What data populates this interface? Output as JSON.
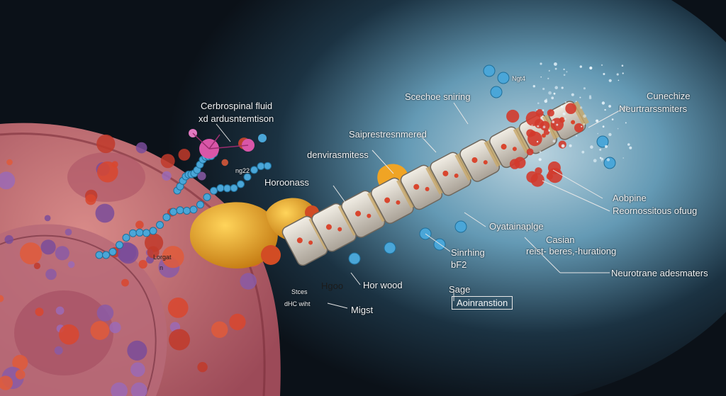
{
  "labels": {
    "csf_title": "Cerbrospinal fluid",
    "csf_sub": "xd ardusntemtison",
    "ng22": "ng22",
    "horoonass": "Horoonass",
    "denvirasmitess": "denvirasmitess",
    "saiprestresnmered": "Saiprestresnmered",
    "scechoe_sniring": "Scechoe sniring",
    "ngt4": "Ngt4",
    "cunechize": "Cunechize",
    "neurtrarssmiters": "Neurtrarssmiters",
    "aobpine": "Aobpine",
    "reornossitous": "Reornossitous ofuug",
    "oyatainaplge": "Oyatainaplge",
    "casian": "Casian",
    "reist_beres": "reist- beres,-hurationg",
    "sinrhing": "Sinrhing",
    "bf2": "bF2",
    "neurotrane": "Neurotrane adesmaters",
    "sage": "Sage",
    "aoinranstion": "Aoinranstion",
    "horwood": "Hor wood",
    "hgoo": "Hgoo",
    "migst": "Migst",
    "stces": "Stces",
    "dhc_wiht": "dHC wiht",
    "lorgat": "Lorgat",
    "n": "n"
  },
  "colors": {
    "background": "#0b1118",
    "glow": "#a9d7ec",
    "tissue": "#c9787a",
    "vertebra": "#d8d2c4",
    "fat": "#e8a51c",
    "molecule_blue": "#4aa6d8",
    "molecule_pink": "#d956a8",
    "cell_red": "#d9462e",
    "cell_purple": "#8a5aa6"
  }
}
